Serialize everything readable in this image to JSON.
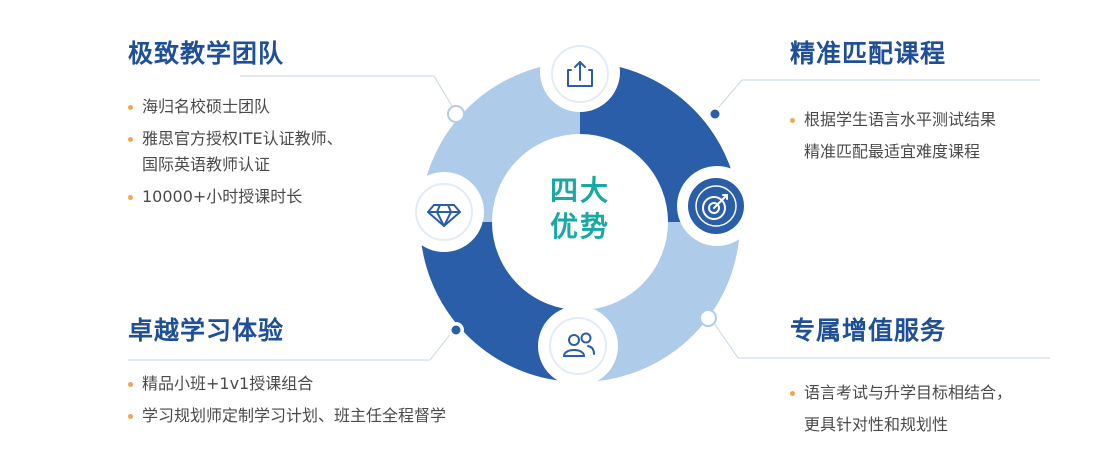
{
  "center": {
    "line1": "四大",
    "line2": "优势"
  },
  "sections": {
    "top_left": {
      "title": "极致教学团队",
      "items": [
        [
          "海归名校硕士团队"
        ],
        [
          "雅思官方授权ITE认证教师、",
          "国际英语教师认证"
        ],
        [
          "10000+小时授课时长"
        ]
      ],
      "icon": "diamond-icon"
    },
    "top_right": {
      "title": "精准匹配课程",
      "items": [
        [
          "根据学生语言水平测试结果",
          "精准匹配最适宜难度课程"
        ]
      ],
      "icon": "target-icon"
    },
    "bottom_left": {
      "title": "卓越学习体验",
      "items": [
        [
          "精品小班+1v1授课组合"
        ],
        [
          "学习规划师定制学习计划、班主任全程督学"
        ]
      ],
      "icon": "upload-icon"
    },
    "bottom_right": {
      "title": "专属增值服务",
      "items": [
        [
          "语言考试与升学目标相结合，",
          "更具针对性和规划性"
        ]
      ],
      "icon": "users-icon"
    }
  },
  "colors": {
    "dark_blue": "#2a5ea8",
    "light_blue": "#aecbe9",
    "title": "#1f4f96",
    "center_text": "#19a8a3",
    "bullet": "#f2a654"
  }
}
